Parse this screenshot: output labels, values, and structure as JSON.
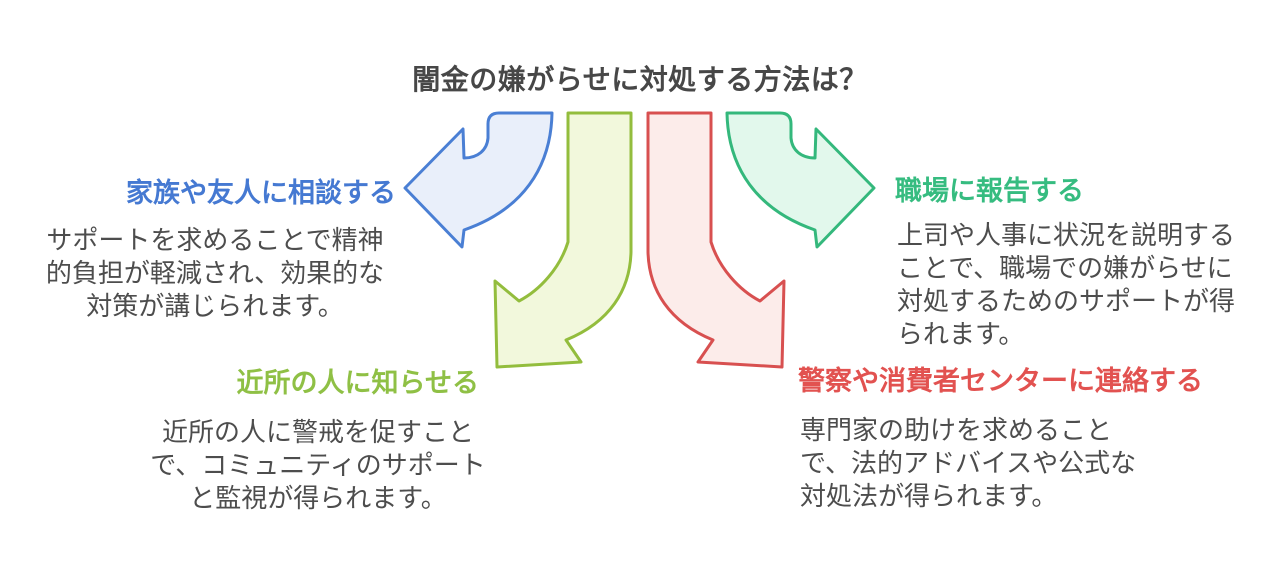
{
  "title": "闇金の嫌がらせに対処する方法は？",
  "colors": {
    "title_text": "#474747",
    "body_text": "#4d4d4d",
    "background": "#ffffff"
  },
  "options": [
    {
      "id": "consult-family",
      "label": "家族や友人に相談する",
      "description": "サポートを求めることで精神\n的負担が軽減され、効果的な\n対策が講じられます。",
      "accent": "#4579d2",
      "arrow_stroke": "#4a7fd4",
      "arrow_fill": "#e9effa",
      "arrow_direction": "left"
    },
    {
      "id": "notify-neighbors",
      "label": "近所の人に知らせる",
      "description": "近所の人に警戒を促すこと\nで、コミュニティのサポート\nと監視が得られます。",
      "accent": "#8fc045",
      "arrow_stroke": "#93bd3d",
      "arrow_fill": "#f2f8dc",
      "arrow_direction": "down-left"
    },
    {
      "id": "contact-police",
      "label": "警察や消費者センターに連絡する",
      "description": "専門家の助けを求めること\nで、法的アドバイスや公式な\n対処法が得られます。",
      "accent": "#e25250",
      "arrow_stroke": "#d85050",
      "arrow_fill": "#fcecea",
      "arrow_direction": "down-right"
    },
    {
      "id": "report-workplace",
      "label": "職場に報告する",
      "description": "上司や人事に状況を説明する\nことで、職場での嫌がらせに\n対処するためのサポートが得\nられます。",
      "accent": "#36bc80",
      "arrow_stroke": "#34b87c",
      "arrow_fill": "#e2f8ec",
      "arrow_direction": "right"
    }
  ]
}
